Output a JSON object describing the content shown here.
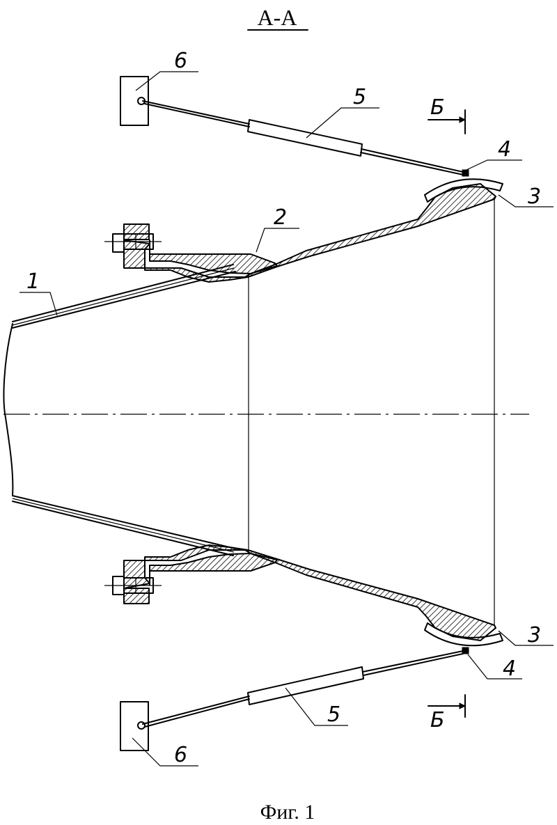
{
  "title": "А-А",
  "caption": "Фиг. 1",
  "labels": {
    "l1": "1",
    "l2": "2",
    "l3_top": "3",
    "l3_bottom": "3",
    "l4_top": "4",
    "l4_bottom": "4",
    "l5_top": "5",
    "l5_bottom": "5",
    "l6_top": "6",
    "l6_bottom": "6",
    "section_top": "Б",
    "section_bottom": "Б"
  }
}
